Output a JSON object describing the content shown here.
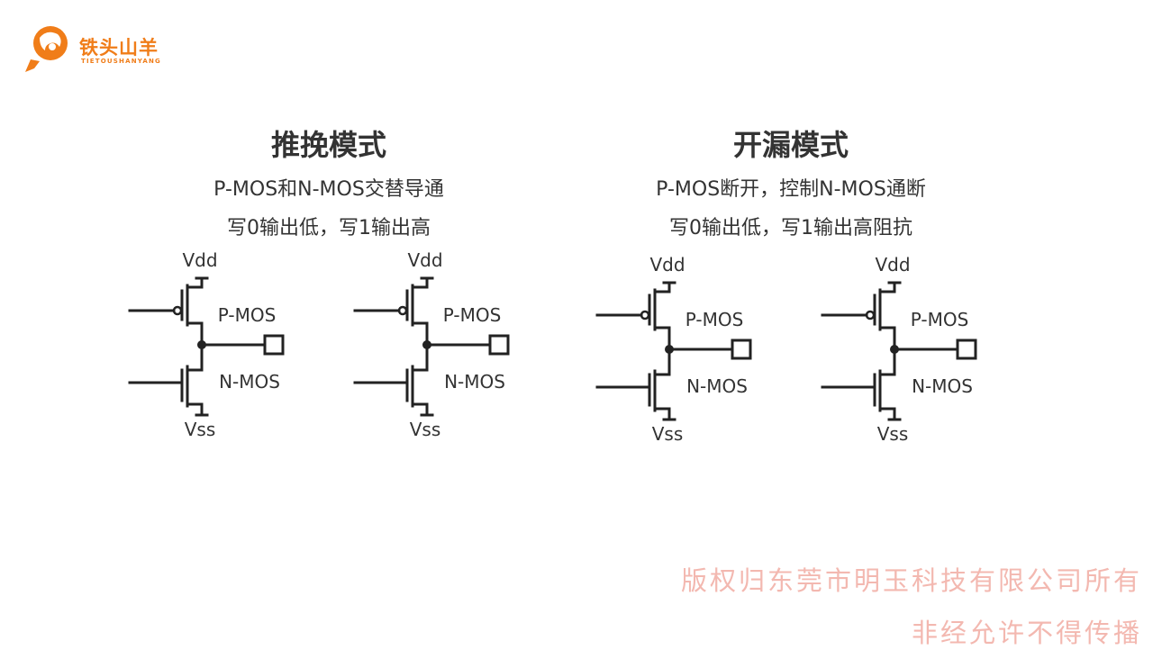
{
  "logo": {
    "icon": "ram-head-icon",
    "name": "铁头山羊",
    "subtitle": "TIETOUSHANYANG",
    "color": "#f07d19"
  },
  "left": {
    "title": "推挽模式",
    "line1": "P-MOS和N-MOS交替导通",
    "line2": "写0输出低，写1输出高"
  },
  "right": {
    "title": "开漏模式",
    "line1": "P-MOS断开，控制N-MOS通断",
    "line2": "写0输出低，写1输出高阻抗"
  },
  "circuit_labels": {
    "vdd": "Vdd",
    "vss": "Vss",
    "pmos": "P-MOS",
    "nmos": "N-MOS"
  },
  "watermark": {
    "line1": "版权归东莞市明玉科技有限公司所有",
    "line2": "非经允许不得传播",
    "color": "#f3b8b0"
  }
}
